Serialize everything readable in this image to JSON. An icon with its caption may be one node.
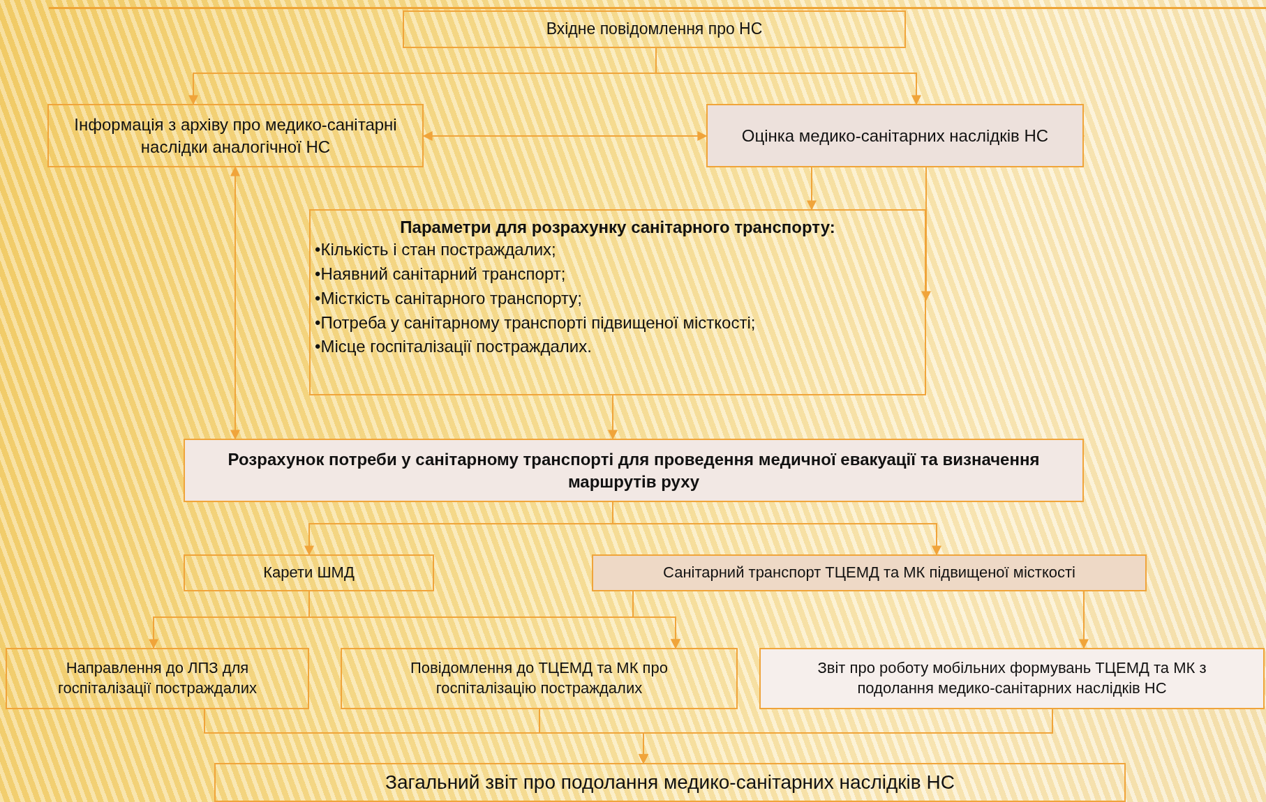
{
  "diagram": {
    "nodes": [
      {
        "text": [
          "Вхідне повідомлення про НС"
        ]
      },
      {
        "text": [
          "Інформація з архіву про медико-санітарні наслідки аналогічної НС"
        ]
      },
      {
        "text": [
          "Оцінка медико-санітарних наслідків НС"
        ]
      },
      {
        "text": [
          "Параметри для розрахунку санітарного транспорту:",
          "•Кількість і стан постраждалих;",
          "•Наявний санітарний транспорт;",
          "•Місткість санітарного транспорту;",
          "•Потреба у санітарному транспорті підвищеної місткості;",
          "•Місце госпіталізації постраждалих."
        ]
      },
      {
        "text": [
          "Розрахунок потреби у санітарному транспорті для проведення медичної евакуації та визначення маршрутів руху"
        ]
      },
      {
        "text": [
          "Карети ШМД"
        ]
      },
      {
        "text": [
          "Санітарний транспорт ТЦЕМД та МК підвищеної місткості"
        ]
      },
      {
        "text": [
          "Направлення до ЛПЗ для госпіталізації постраждалих"
        ]
      },
      {
        "text": [
          "Повідомлення до ТЦЕМД та МК про госпіталізацію постраждалих"
        ]
      },
      {
        "text": [
          "Звіт про роботу мобільних формувань ТЦЕМД та МК з подолання медико-санітарних наслідків НС"
        ]
      },
      {
        "text": [
          "Загальний звіт про подолання медико-санітарних наслідків НС"
        ]
      }
    ],
    "edges": [
      {
        "from": 0,
        "to": 1,
        "arrow": "to"
      },
      {
        "from": 0,
        "to": 2,
        "arrow": "to"
      },
      {
        "from": 1,
        "to": 2,
        "arrow": "both"
      },
      {
        "from": 2,
        "to": 3,
        "arrow": "to"
      },
      {
        "from": 2,
        "to": 3,
        "arrow": "both"
      },
      {
        "from": 1,
        "to": 4,
        "arrow": "both"
      },
      {
        "from": 3,
        "to": 4,
        "arrow": "to"
      },
      {
        "from": 4,
        "to": 5,
        "arrow": "to"
      },
      {
        "from": 4,
        "to": 6,
        "arrow": "to"
      },
      {
        "from": 5,
        "to": 7,
        "arrow": "to"
      },
      {
        "from": 5,
        "to": 8,
        "arrow": "to"
      },
      {
        "from": 6,
        "to": 8,
        "arrow": "to"
      },
      {
        "from": 6,
        "to": 9,
        "arrow": "to"
      },
      {
        "from": 7,
        "to": 10,
        "arrow": "to"
      },
      {
        "from": 8,
        "to": 10,
        "arrow": "to"
      },
      {
        "from": 9,
        "to": 10,
        "arrow": "to"
      }
    ]
  }
}
